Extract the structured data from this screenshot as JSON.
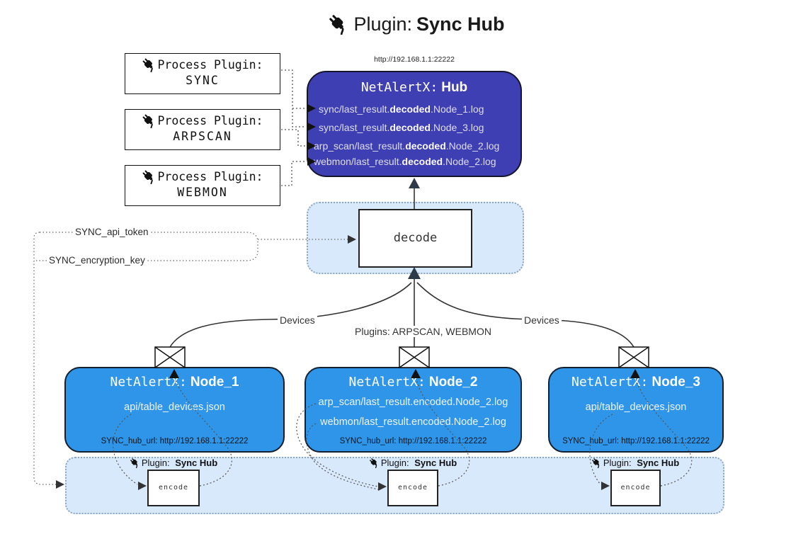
{
  "title": {
    "icon": "plug-icon",
    "prefix": "Plugin:",
    "name": "Sync Hub"
  },
  "hub": {
    "url": "http://192.168.1.1:22222",
    "prefix": "NetAlertX:",
    "name": "Hub",
    "files": [
      {
        "pre": "sync/last_result.",
        "bold": "decoded",
        "post": ".Node_1.log"
      },
      {
        "pre": "sync/last_result.",
        "bold": "decoded",
        "post": ".Node_3.log"
      },
      {
        "pre": "arp_scan/last_result.",
        "bold": "decoded",
        "post": ".Node_2.log"
      },
      {
        "pre": "webmon/last_result.",
        "bold": "decoded",
        "post": ".Node_2.log"
      }
    ]
  },
  "plugins": [
    {
      "icon": "plug-icon",
      "label": "Process Plugin:",
      "name": "SYNC"
    },
    {
      "icon": "plug-icon",
      "label": "Process Plugin:",
      "name": "ARPSCAN"
    },
    {
      "icon": "plug-icon",
      "label": "Process Plugin:",
      "name": "WEBMON"
    }
  ],
  "decode": {
    "label": "decode"
  },
  "tokens": {
    "api_token": "SYNC_api_token",
    "encryption_key": "SYNC_encryption_key"
  },
  "edges": {
    "devices_left": "Devices",
    "devices_right": "Devices",
    "plugins_label": "Plugins: ARPSCAN, WEBMON"
  },
  "nodes": [
    {
      "prefix": "NetAlertX:",
      "name": "Node_1",
      "files": [
        "api/table_devices.json"
      ],
      "hub_url": "SYNC_hub_url: http://192.168.1.1:22222"
    },
    {
      "prefix": "NetAlertX:",
      "name": "Node_2",
      "files": [
        "arp_scan/last_result.encoded.Node_2.log",
        "webmon/last_result.encoded.Node_2.log"
      ],
      "hub_url": "SYNC_hub_url: http://192.168.1.1:22222"
    },
    {
      "prefix": "NetAlertX:",
      "name": "Node_3",
      "files": [
        "api/table_devices.json"
      ],
      "hub_url": "SYNC_hub_url: http://192.168.1.1:22222"
    }
  ],
  "encoders": [
    {
      "icon": "plug-icon",
      "label": "Plugin:",
      "name": "Sync Hub",
      "box": "encode"
    },
    {
      "icon": "plug-icon",
      "label": "Plugin:",
      "name": "Sync Hub",
      "box": "encode"
    },
    {
      "icon": "plug-icon",
      "label": "Plugin:",
      "name": "Sync Hub",
      "box": "encode"
    }
  ],
  "colors": {
    "hub": "#3f3fb4",
    "node": "#2e95e8",
    "container": "#d7e9fb",
    "line": "#333333"
  }
}
